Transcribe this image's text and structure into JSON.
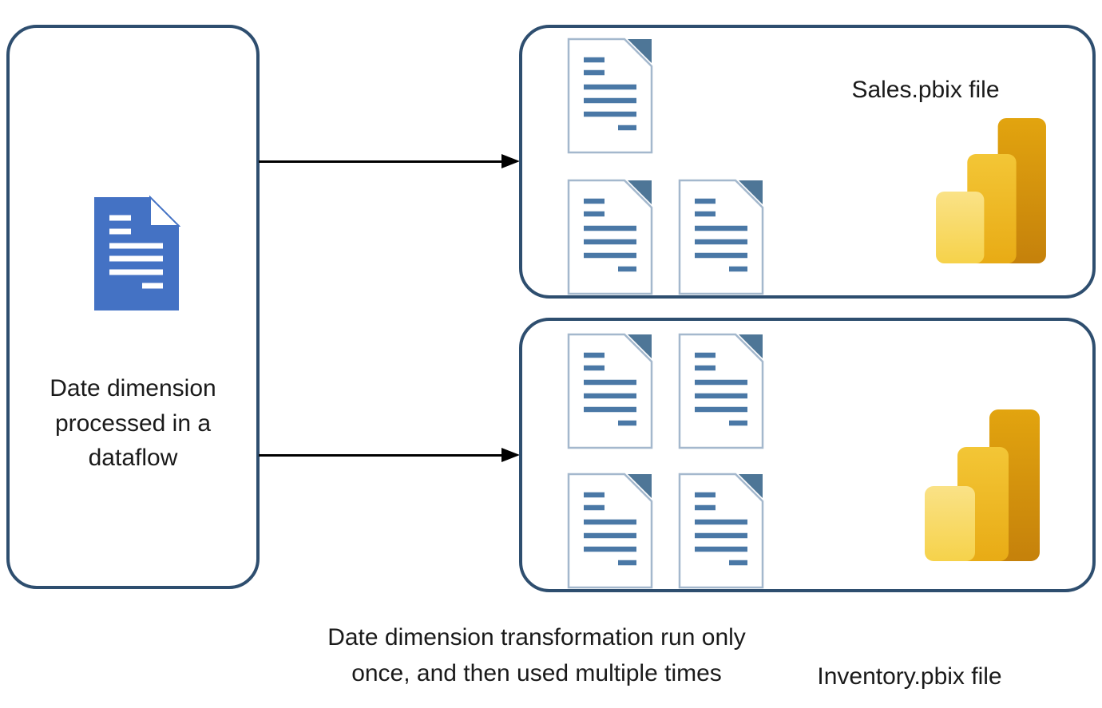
{
  "source_box": {
    "label": "Date dimension\nprocessed in a\ndataflow",
    "icon": "document-icon"
  },
  "targets": [
    {
      "id": "sales",
      "label": "Sales.pbix file",
      "document_count": 3,
      "icon": "power-bi-logo"
    },
    {
      "id": "inventory",
      "label": "Inventory.pbix file",
      "document_count": 4,
      "icon": "power-bi-logo"
    }
  ],
  "caption": "Date dimension transformation run only\nonce, and then used multiple times",
  "colors": {
    "box_border": "#2E4E6F",
    "source_document_fill": "#4472C4",
    "document_outline": "#A4B8CD",
    "document_lines": "#4A78A6",
    "document_fold": "#4E7697",
    "powerbi_bar_light": "#F7D44A",
    "powerbi_bar_medium": "#EBB01B",
    "powerbi_bar_dark": "#C9850C",
    "arrow": "#000000",
    "text": "#1A1A1A"
  }
}
